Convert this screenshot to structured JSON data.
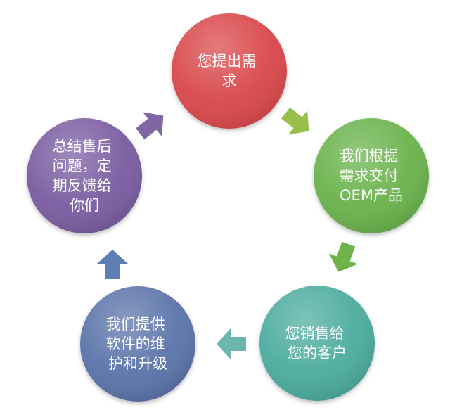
{
  "diagram": {
    "type": "cycle",
    "nodes": [
      {
        "id": "request",
        "lines": [
          "您提出需",
          "求"
        ],
        "color": "#d9474a"
      },
      {
        "id": "deliver",
        "lines": [
          "我们根据",
          "需求交付",
          "OEM产品"
        ],
        "color": "#69b24b"
      },
      {
        "id": "sell",
        "lines": [
          "您销售给",
          "您的客户"
        ],
        "color": "#4bab9e"
      },
      {
        "id": "support",
        "lines": [
          "我们提供",
          "软件的维",
          "护和升级"
        ],
        "color": "#5a73a9"
      },
      {
        "id": "feedback",
        "lines": [
          "总结售后",
          "问题，定",
          "期反馈给",
          "你们"
        ],
        "color": "#7a5ca1"
      }
    ],
    "arrow_colors": [
      "#99bf4b",
      "#6fb34c",
      "#6bb7b0",
      "#5f7fb4",
      "#8066a5"
    ]
  }
}
